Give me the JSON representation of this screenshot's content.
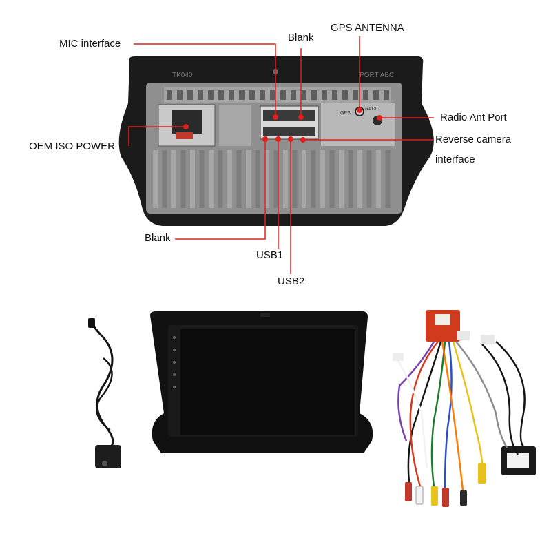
{
  "callouts": {
    "mic": "MIC interface",
    "blank_top": "Blank",
    "gps": "GPS ANTENNA",
    "radio": "Radio Ant Port",
    "oem": "OEM ISO POWER",
    "reverse_line1": "Reverse camera",
    "reverse_line2": "interface",
    "blank_bottom": "Blank",
    "usb1": "USB1",
    "usb2": "USB2"
  },
  "unit_markings": {
    "model_left": "TK040",
    "model_right": "PORT ABC",
    "gps_port": "GPS",
    "radio_port": "RADIO"
  },
  "colors": {
    "callout_line": "#e0201c",
    "dot": "#e0201c",
    "unit_frame": "#1b1b1b",
    "chassis": "#8f8f8f",
    "screen": "#0c0c0c",
    "cable_red": "#d23a1e",
    "cable_black": "#151515"
  }
}
